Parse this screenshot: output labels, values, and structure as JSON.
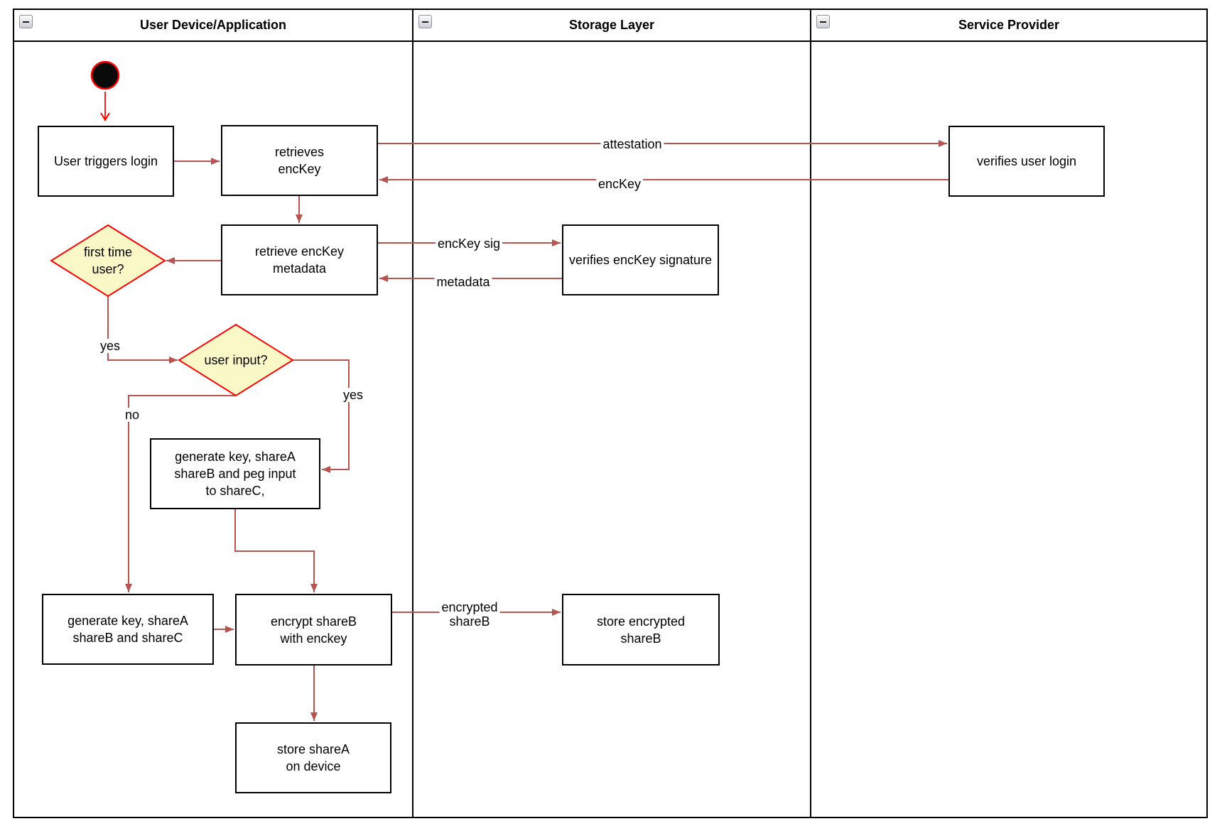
{
  "lanes": [
    {
      "title": "User Device/Application"
    },
    {
      "title": "Storage Layer"
    },
    {
      "title": "Service Provider"
    }
  ],
  "nodes": {
    "user_triggers_login": "User triggers login",
    "retrieves_enckey": "retrieves\nencKey",
    "retrieve_enckey_metadata": "retrieve encKey\nmetadata",
    "first_time_user": "first time\nuser?",
    "user_input": "user input?",
    "generate_key_peg_input": "generate key, shareA\nshareB and peg input\nto shareC,",
    "generate_key_shares": "generate key, shareA\nshareB and shareC",
    "encrypt_shareb": "encrypt shareB\nwith enckey",
    "store_sharea": "store shareA\non device",
    "store_encrypted_shareb": "store encrypted\nshareB",
    "verifies_user_login": "verifies user login",
    "verifies_enckey_signature": "verifies encKey signature"
  },
  "edge_labels": {
    "attestation": "attestation",
    "enckey": "encKey",
    "enckey_sig": "encKey sig",
    "metadata": "metadata",
    "yes_first_time": "yes",
    "yes_user_input": "yes",
    "no_user_input": "no",
    "encrypted_shareb": "encrypted\nshareB"
  },
  "colors": {
    "flow_edge": "#B85450",
    "start_edge": "#FF0000",
    "decision_fill": "#FBF8C7",
    "decision_border": "#FF0000",
    "start_fill": "#0A0A0A",
    "node_border": "#000000",
    "lane_border": "#000000"
  }
}
